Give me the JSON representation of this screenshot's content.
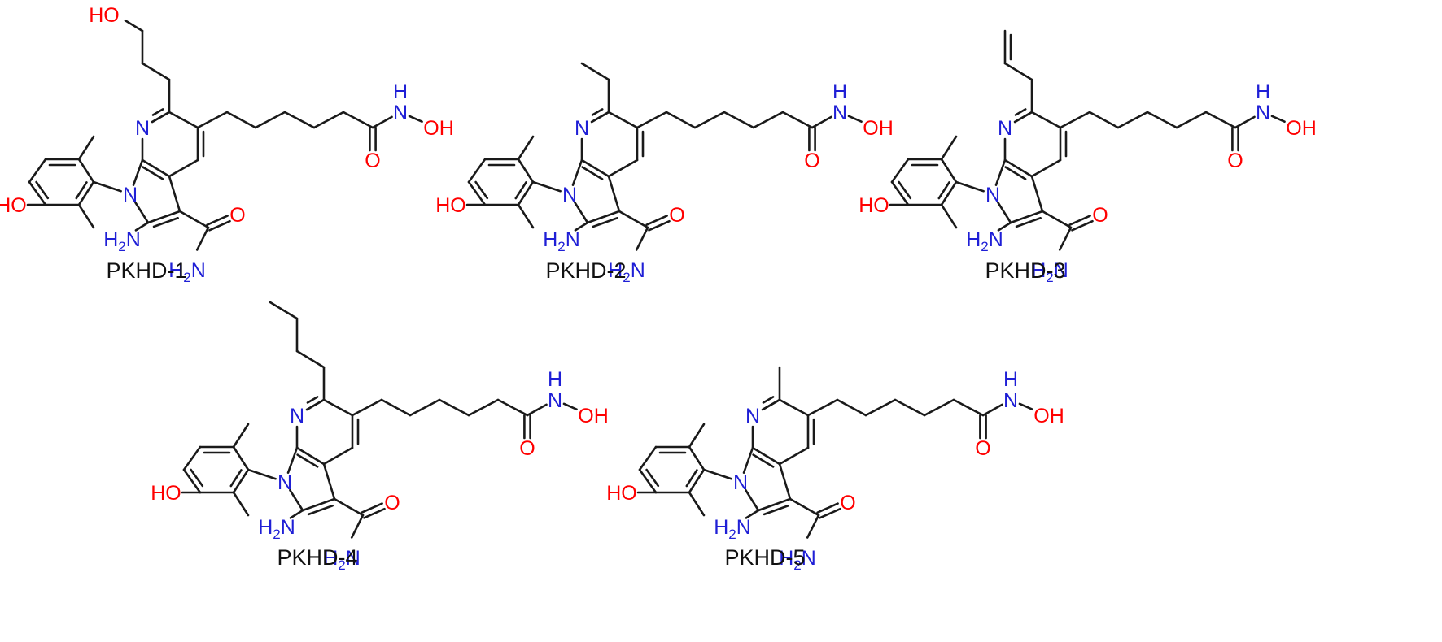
{
  "colors": {
    "bond": "#1a1a1a",
    "oxygen": "#ff0000",
    "nitrogen": "#1f1fd6",
    "text": "#111111"
  },
  "compounds": [
    {
      "name": "PKHD-1",
      "substituent": "hydroxypropyl"
    },
    {
      "name": "PKHD-2",
      "substituent": "ethyl"
    },
    {
      "name": "PKHD-3",
      "substituent": "allyl"
    },
    {
      "name": "PKHD-4",
      "substituent": "butyl"
    },
    {
      "name": "PKHD-5",
      "substituent": "methyl"
    }
  ],
  "atom_labels": {
    "ring_n": "N",
    "amine": "H2N",
    "amide_n": "H2N",
    "amide_o": "O",
    "phenol": "HO",
    "hydroxamic_nh": "H",
    "hydroxamic_n": "N",
    "hydroxamic_oh": "OH",
    "hydroxamic_o": "O",
    "propyl_oh": "HO"
  }
}
